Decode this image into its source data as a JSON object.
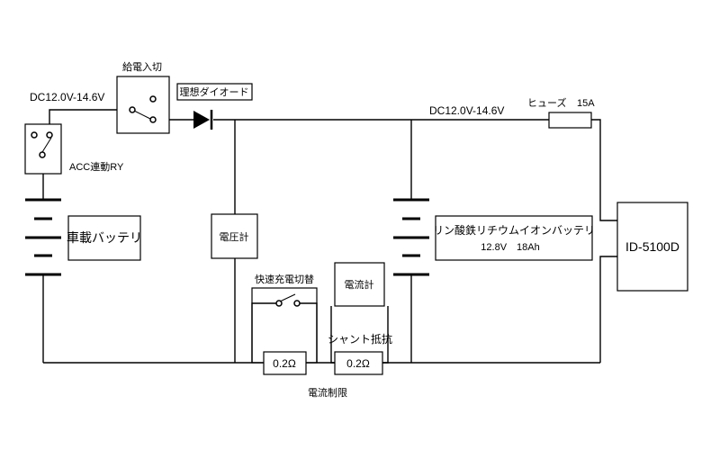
{
  "labels": {
    "source_voltage": "DC12.0V-14.6V",
    "main_voltage": "DC12.0V-14.6V",
    "power_switch": "給電入切",
    "ideal_diode": "理想ダイオード",
    "acc_relay": "ACC連動RY",
    "car_battery": "車載バッテリ",
    "voltmeter": "電圧計",
    "fast_charge_switch": "快速充電切替",
    "ammeter": "電流計",
    "shunt_resistor": "シャント抵抗",
    "resistor_limit_value": "0.2Ω",
    "resistor_shunt_value": "0.2Ω",
    "current_limit": "電流制限",
    "fuse": "ヒューズ",
    "fuse_rating": "15A",
    "lifepo4_battery_name": "リン酸鉄リチウムイオンバッテリ",
    "lifepo4_battery_spec": "12.8V　18Ah",
    "load_device": "ID-5100D"
  }
}
